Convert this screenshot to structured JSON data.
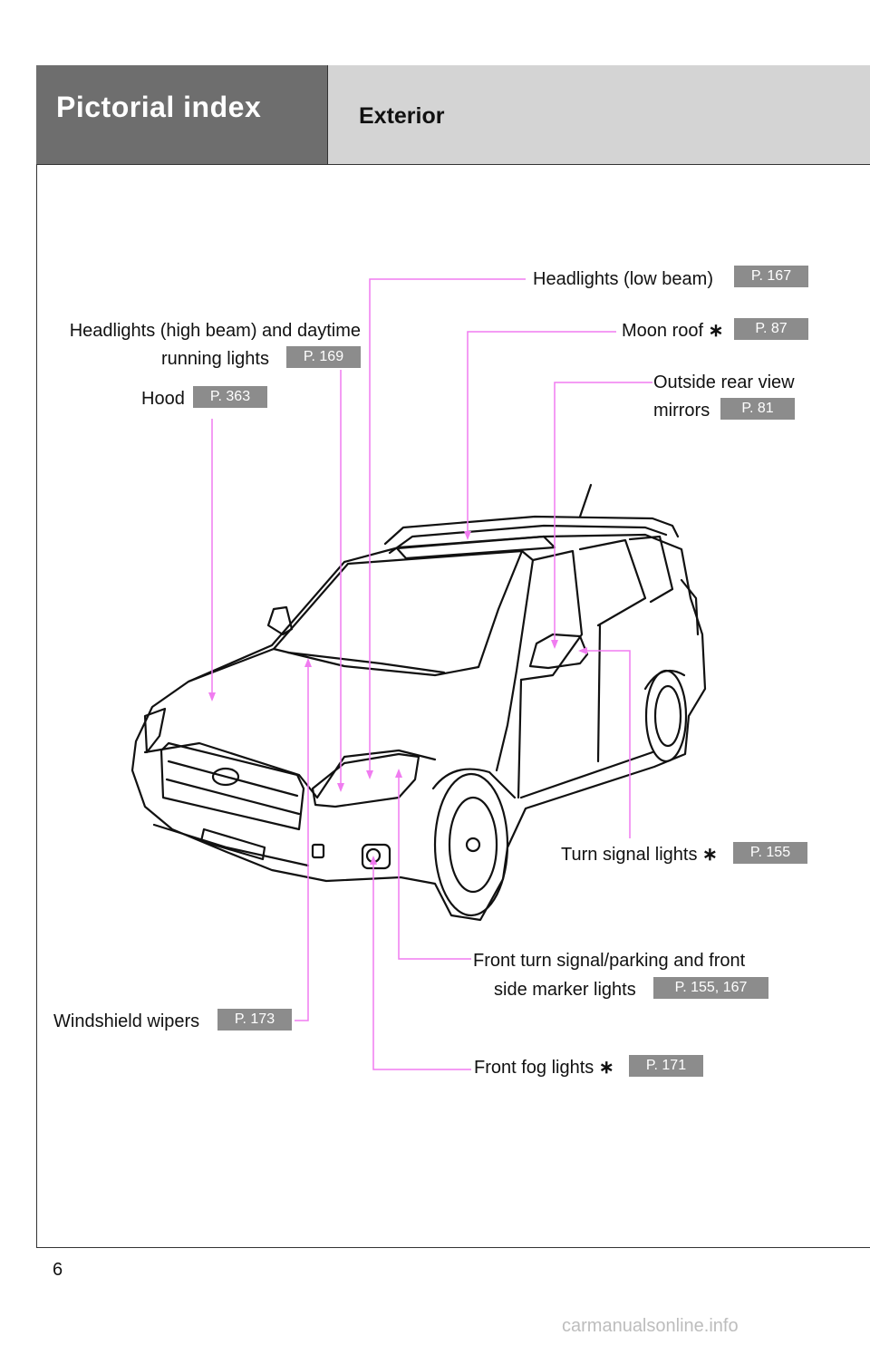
{
  "header": {
    "title": "Pictorial index",
    "subtitle": "Exterior"
  },
  "callouts": {
    "headlights_low": {
      "label": "Headlights (low beam)",
      "page": "P. 167"
    },
    "moon_roof": {
      "label": "Moon roof",
      "asterisk": "∗",
      "page": "P. 87"
    },
    "headlights_high_1": "Headlights (high beam) and daytime",
    "headlights_high_2": "running lights",
    "headlights_high_page": "P. 169",
    "mirrors_1": "Outside rear view",
    "mirrors_2": "mirrors",
    "mirrors_page": "P. 81",
    "hood": {
      "label": "Hood",
      "page": "P. 363"
    },
    "turn_signal": {
      "label": "Turn signal lights",
      "asterisk": "∗",
      "page": "P. 155"
    },
    "front_turn_1": "Front turn signal/parking and front",
    "front_turn_2": "side marker lights",
    "front_turn_page": "P. 155, 167",
    "wipers": {
      "label": "Windshield wipers",
      "page": "P. 173"
    },
    "fog": {
      "label": "Front fog lights",
      "asterisk": "∗",
      "page": "P. 171"
    }
  },
  "page_number": "6",
  "watermark": "carmanualsonline.info",
  "colors": {
    "leader_line": "#f07cf0",
    "page_tag": "#8c8c8c",
    "header_dark": "#6e6e6e",
    "header_light": "#d4d4d4"
  }
}
